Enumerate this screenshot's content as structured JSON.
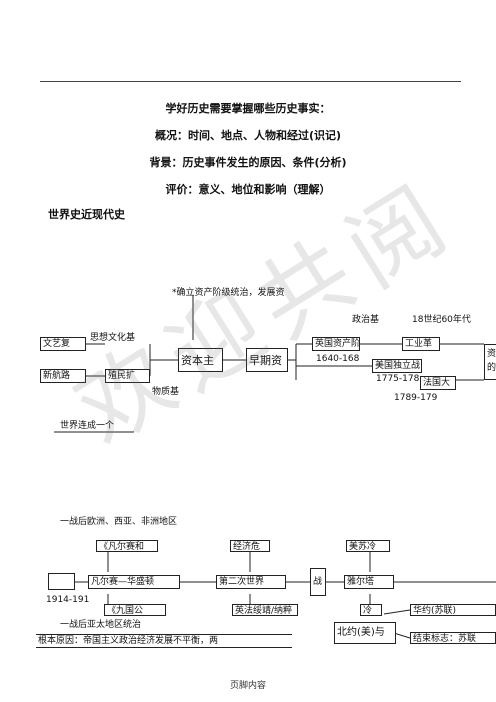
{
  "header": {
    "line1": "学好历史需要掌握哪些历史事实：",
    "line2": "概况：时间、地点、人物和经过(识记)",
    "line3": "背景：历史事件发生的原因、条件(分析)",
    "line4": "评价：意义、地位和影响（理解）"
  },
  "section_title": "世界史近现代史",
  "diagram1": {
    "top_note": "*确立资产阶级统治，发展资",
    "left_box1": "文艺复",
    "left_label1": "思想文化基",
    "left_box2": "新航路",
    "left_label2": "殖民扩",
    "bottom_label": "物质基",
    "box_capitalism": "资本主",
    "box_early": "早期资",
    "right_top_label": "政治基",
    "right_century": "18世纪60年代",
    "box_english_rev": "英国资产阶级",
    "year_1640": "1640-168",
    "box_industrial": "工业革",
    "box_american": "美国独立战",
    "year_1775": "1775-178",
    "box_french": "法国大",
    "year_1789": "1789-179",
    "right_edge1": "资",
    "right_edge2": "的",
    "lower_note": "世界连成一个"
  },
  "diagram2": {
    "top_note": "一战后欧洲、西亚、非洲地区",
    "box_treaty": "《凡尔赛和",
    "box_economy": "经济危",
    "box_usa": "美苏冷",
    "box_small": "",
    "box_versailles": "凡尔赛—华盛顿",
    "box_ww2": "第二次世界",
    "box_war": "战",
    "box_yalta": "雅尔塔",
    "year_1914": "1914-191",
    "box_nine": "《九国公",
    "box_fascism": "英法绥靖/纳粹",
    "box_sign": "冷",
    "box_warsaw": "华约(苏联)",
    "box_nato": "北约(美)与",
    "box_end": "结束标志：苏联",
    "lower_note": "一战后亚太地区统治",
    "bottom_box": "根本原因：帝国主义政治经济发展不平衡，两"
  },
  "watermark": {
    "char1": "欢",
    "char2": "迎",
    "char3": "共",
    "char4": "阅"
  },
  "footer": "页脚内容"
}
